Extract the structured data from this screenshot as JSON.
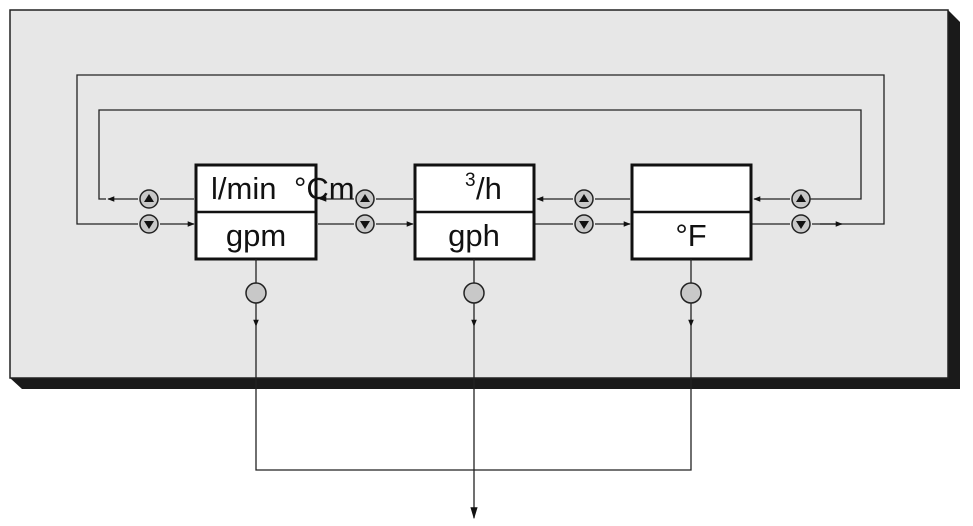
{
  "colors": {
    "panel_fill": "#e7e7e7",
    "panel_shadow": "#1a1a1a",
    "line": "#222222",
    "button_fill": "#c8c8c8",
    "box_fill": "#ffffff"
  },
  "boxes": [
    {
      "top_label": "l/min",
      "top_overflow": "°Cm",
      "bottom_label": "gpm"
    },
    {
      "top_sup": "3",
      "top_label": "/h",
      "bottom_label": "gph"
    },
    {
      "top_label": "",
      "bottom_label": "°F"
    }
  ],
  "icons": {
    "up_button": "up-arrow-button-icon",
    "down_button": "down-arrow-button-icon",
    "enter_button": "select-circle-icon"
  }
}
